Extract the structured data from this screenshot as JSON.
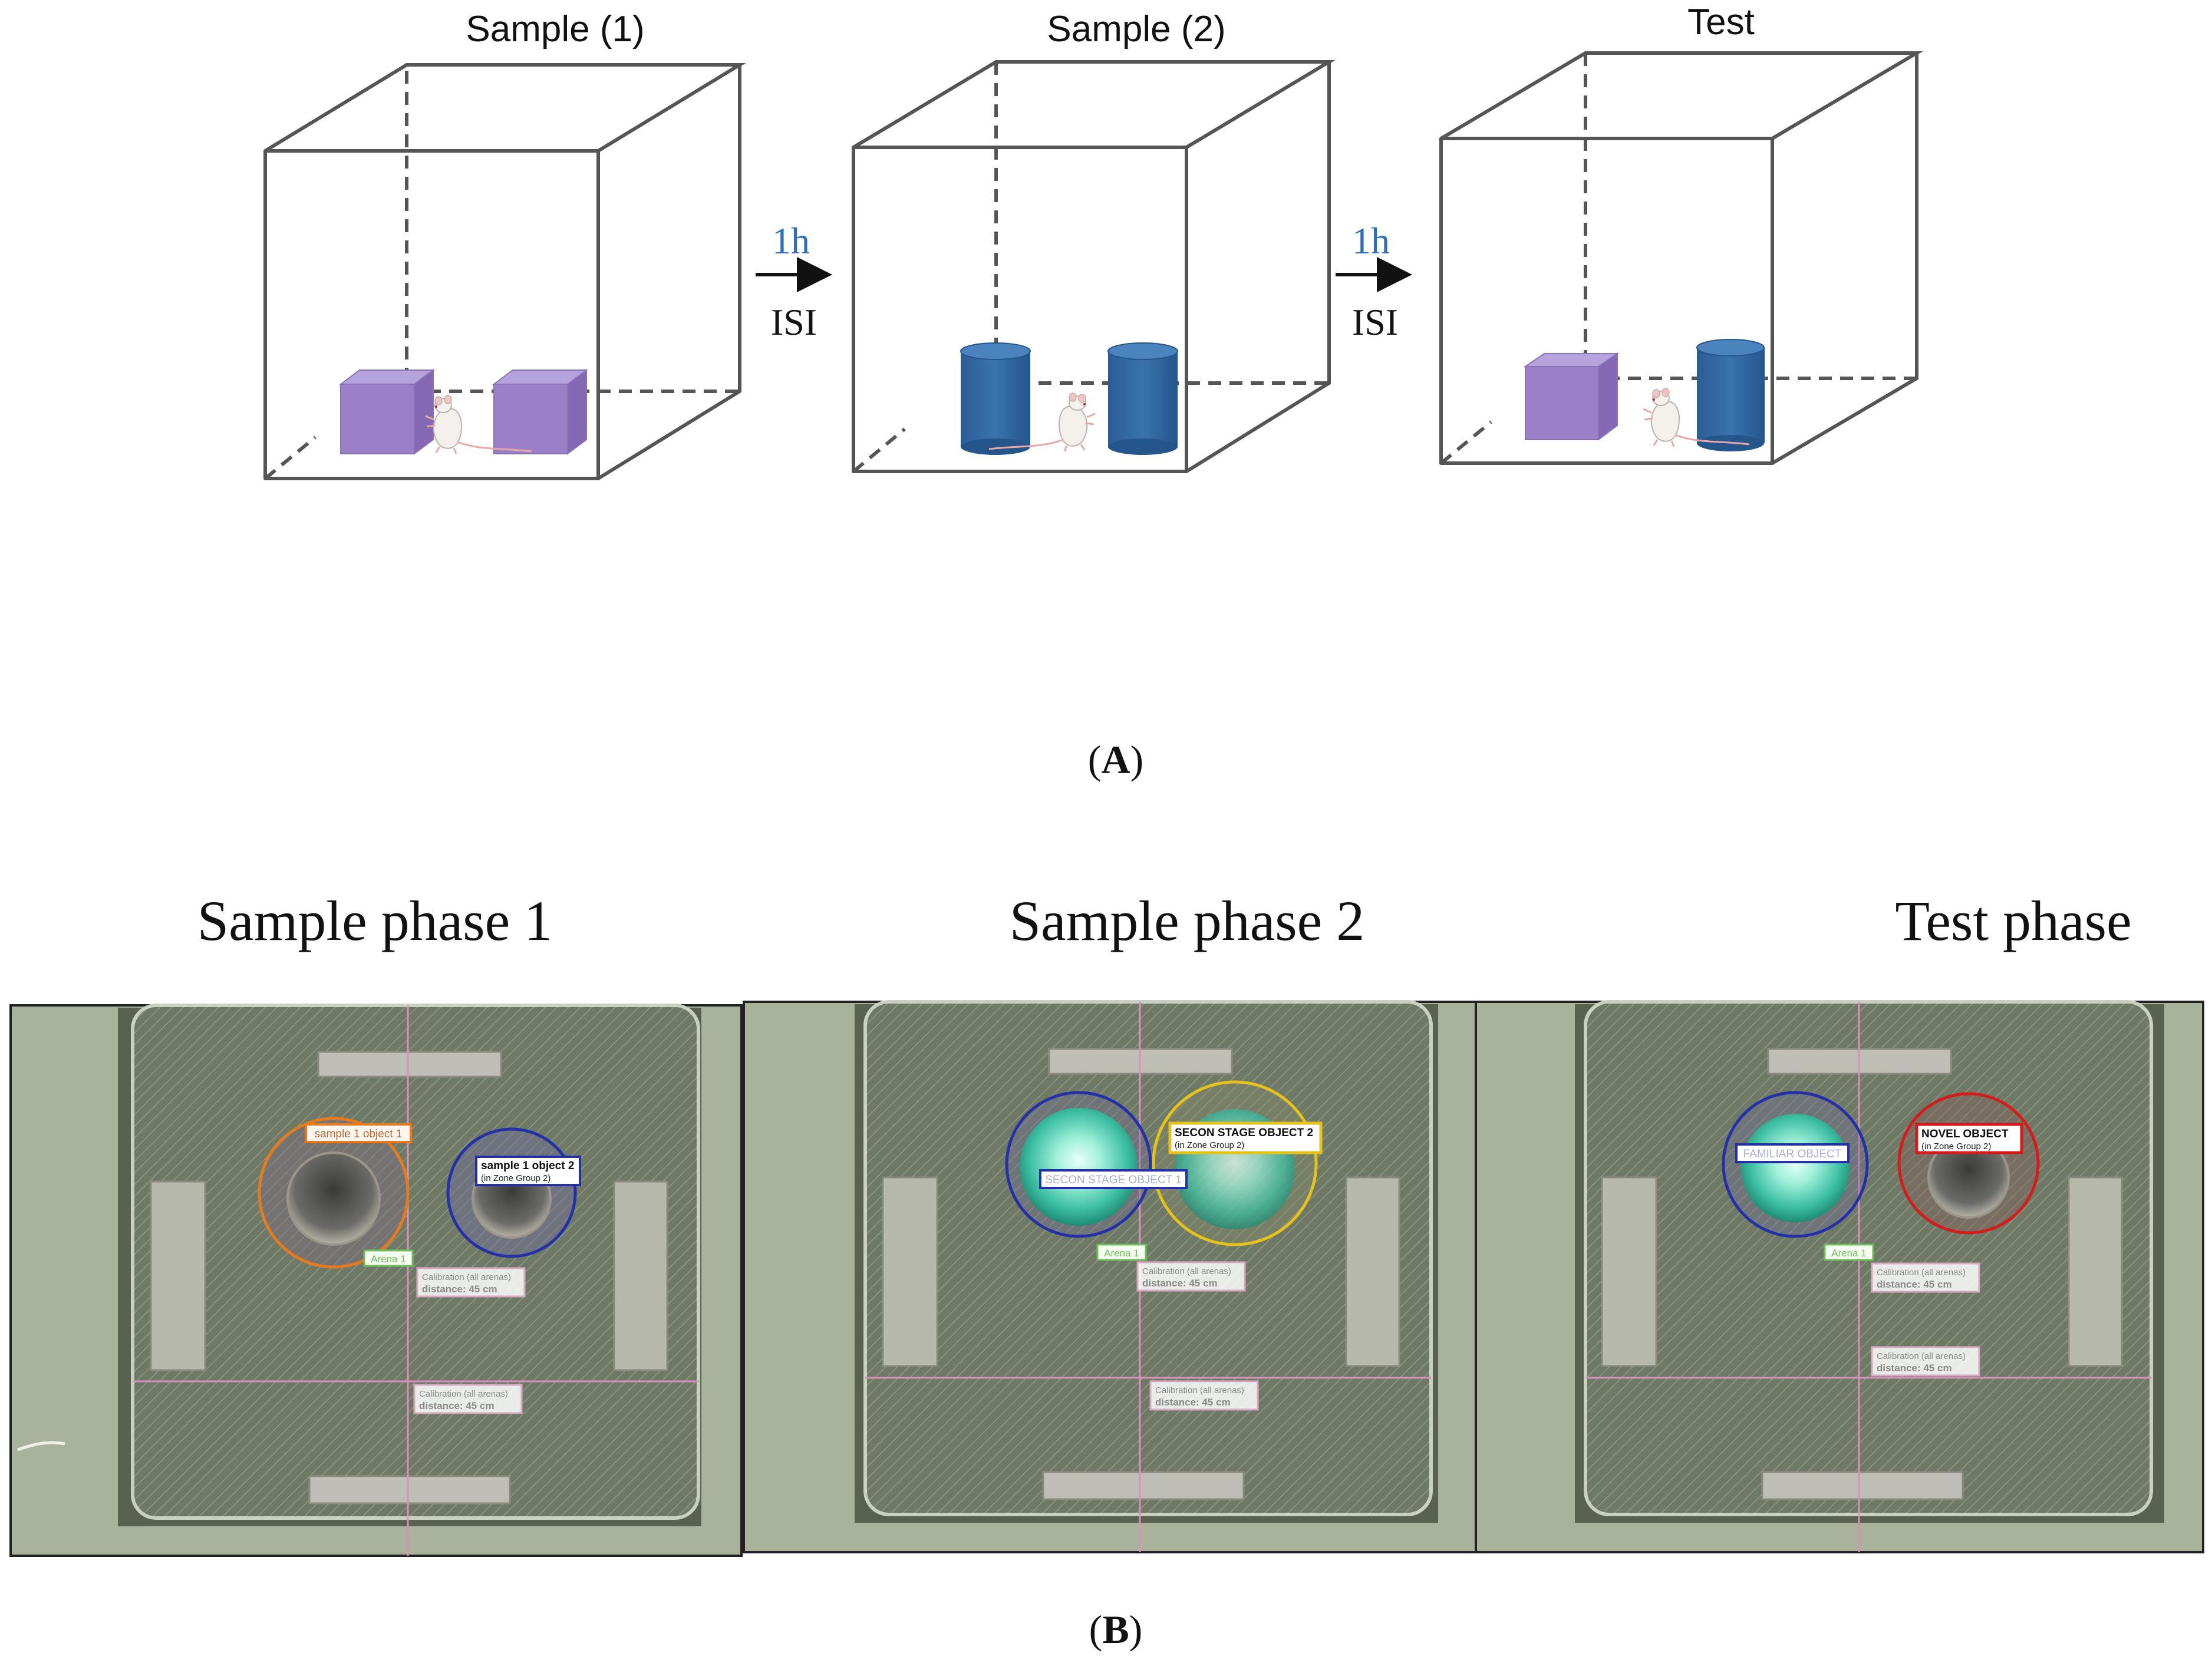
{
  "panel_a": {
    "box_titles": [
      "Sample (1)",
      "Sample (2)",
      "Test"
    ],
    "arrows": [
      {
        "interval": "1h",
        "label": "ISI"
      },
      {
        "interval": "1h",
        "label": "ISI"
      }
    ],
    "label_open": "(",
    "label_letter": "A",
    "label_close": ")"
  },
  "panel_b": {
    "phase_titles": [
      "Sample phase 1",
      "Sample phase 2",
      "Test phase"
    ],
    "label_open": "(",
    "label_letter": "B",
    "label_close": ")",
    "frames": [
      {
        "object_labels": [
          {
            "title": "sample 1 object 1",
            "subtitle": ""
          },
          {
            "title": "sample 1 object 2",
            "subtitle": "(in Zone Group 2)"
          }
        ],
        "arena": "Arena 1",
        "calibrations": [
          {
            "line1": "Calibration (all arenas)",
            "line2": "distance: 45 cm"
          },
          {
            "line1": "Calibration (all arenas)",
            "line2": "distance: 45 cm"
          }
        ]
      },
      {
        "object_labels": [
          {
            "title": "SECON STAGE OBJECT 1",
            "subtitle": ""
          },
          {
            "title": "SECON STAGE OBJECT 2",
            "subtitle": "(in Zone Group 2)"
          }
        ],
        "arena": "Arena 1",
        "calibrations": [
          {
            "line1": "Calibration (all arenas)",
            "line2": "distance: 45 cm"
          },
          {
            "line1": "Calibration (all arenas)",
            "line2": "distance: 45 cm"
          }
        ]
      },
      {
        "object_labels": [
          {
            "title": "FAMILIAR OBJECT",
            "subtitle": ""
          },
          {
            "title": "NOVEL OBJECT",
            "subtitle": "(in Zone Group 2)"
          }
        ],
        "arena": "Arena 1",
        "calibrations": [
          {
            "line1": "Calibration (all arenas)",
            "line2": "distance: 45 cm"
          },
          {
            "line1": "Calibration (all arenas)",
            "line2": "distance: 45 cm"
          }
        ]
      }
    ]
  },
  "colors": {
    "box_edge": "#555555",
    "purple_cube": "#9b80c8",
    "blue_cylinder": "#2f65a0",
    "arrow_interval": "#2f6fb8",
    "orange_zone": "#e87a1e",
    "blue_zone": "#2430a8",
    "yellow_zone": "#e8c21a",
    "red_zone": "#d41c1c",
    "teal_object": "#3ebfa2"
  }
}
